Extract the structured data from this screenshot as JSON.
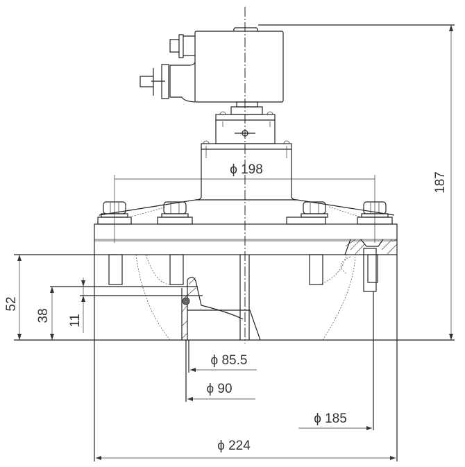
{
  "drawing": {
    "type": "pulse valve side view technical drawing",
    "units": "mm",
    "dimensions": {
      "bolt_circle": "ϕ 198",
      "overall_height": "187",
      "body_height": "52",
      "outlet_depth": "38",
      "seal_offset": "11",
      "inner_diameter": "ϕ 85.5",
      "outlet_diameter": "ϕ 90",
      "pitch_diameter": "ϕ 185",
      "flange_diameter": "ϕ 224"
    }
  }
}
